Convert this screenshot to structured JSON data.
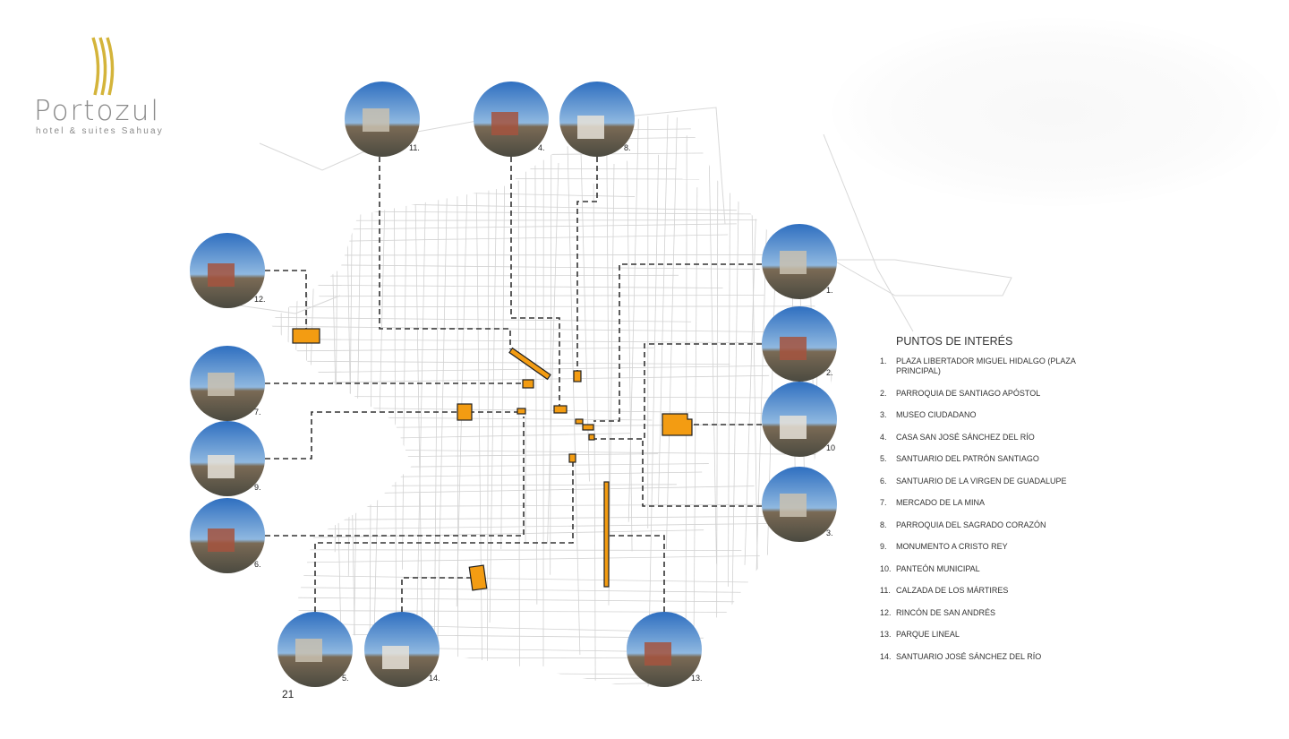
{
  "logo": {
    "name": "Portozul",
    "subtitle": "hotel & suites Sahuay",
    "accent": "#d4b43a"
  },
  "page_number": "21",
  "colors": {
    "marker": "#f39c12",
    "leader": "#333333",
    "streets": "#cfcfcf"
  },
  "legend": {
    "title": "PUNTOS DE INTERÉS",
    "items": [
      {
        "num": "1.",
        "label": "PLAZA LIBERTADOR MIGUEL HIDALGO (PLAZA PRINCIPAL)"
      },
      {
        "num": "2.",
        "label": "PARROQUIA DE SANTIAGO APÓSTOL"
      },
      {
        "num": "3.",
        "label": "MUSEO CIUDADANO"
      },
      {
        "num": "4.",
        "label": "CASA SAN JOSÉ SÁNCHEZ DEL RÍO"
      },
      {
        "num": "5.",
        "label": "SANTUARIO DEL PATRÓN SANTIAGO"
      },
      {
        "num": "6.",
        "label": "SANTUARIO DE LA VIRGEN DE GUADALUPE"
      },
      {
        "num": "7.",
        "label": "MERCADO DE LA MINA"
      },
      {
        "num": "8.",
        "label": "PARROQUIA DEL SAGRADO CORAZÓN"
      },
      {
        "num": "9.",
        "label": "MONUMENTO A CRISTO REY"
      },
      {
        "num": "10.",
        "label": "PANTEÓN MUNICIPAL"
      },
      {
        "num": "11.",
        "label": "CALZADA DE LOS MÁRTIRES"
      },
      {
        "num": "12.",
        "label": "RINCÓN DE SAN ANDRÉS"
      },
      {
        "num": "13.",
        "label": "PARQUE LINEAL"
      },
      {
        "num": "14.",
        "label": "SANTUARIO JOSÉ SÁNCHEZ DEL RÍO"
      }
    ]
  },
  "photos": [
    {
      "label": "11."
    },
    {
      "label": "4."
    },
    {
      "label": "8."
    },
    {
      "label": "1."
    },
    {
      "label": "2."
    },
    {
      "label": "10"
    },
    {
      "label": "3."
    },
    {
      "label": "13."
    },
    {
      "label": "14."
    },
    {
      "label": "5."
    },
    {
      "label": "6."
    },
    {
      "label": "9."
    },
    {
      "label": "7."
    },
    {
      "label": "12."
    }
  ]
}
